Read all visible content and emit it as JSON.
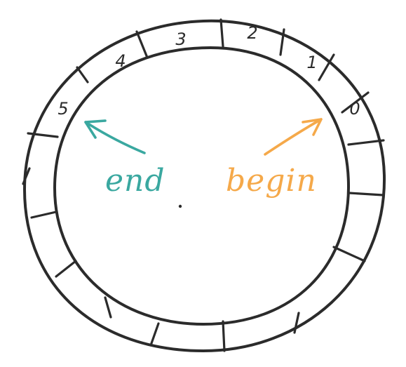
{
  "slots": [
    {
      "label": "0"
    },
    {
      "label": "1"
    },
    {
      "label": "2"
    },
    {
      "label": "3"
    },
    {
      "label": "4"
    },
    {
      "label": "5"
    }
  ],
  "pointers": {
    "end": {
      "label": "end",
      "color": "#3aa8a0"
    },
    "begin": {
      "label": "begin",
      "color": "#f5a94a"
    }
  }
}
